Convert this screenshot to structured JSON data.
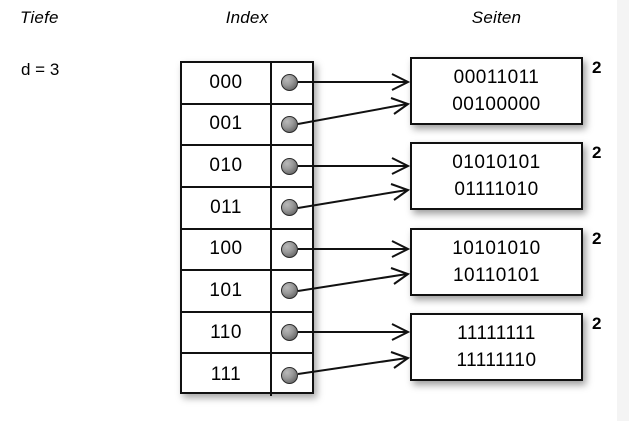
{
  "diagram": {
    "title_depth": "Tiefe",
    "title_index": "Index",
    "title_pages": "Seiten",
    "depth_value": "d = 3",
    "index_entries": [
      {
        "key": "000",
        "pointer_icon": "pointer-dot-icon",
        "target": 0
      },
      {
        "key": "001",
        "pointer_icon": "pointer-dot-icon",
        "target": 0
      },
      {
        "key": "010",
        "pointer_icon": "pointer-dot-icon",
        "target": 1
      },
      {
        "key": "011",
        "pointer_icon": "pointer-dot-icon",
        "target": 1
      },
      {
        "key": "100",
        "pointer_icon": "pointer-dot-icon",
        "target": 2
      },
      {
        "key": "101",
        "pointer_icon": "pointer-dot-icon",
        "target": 2
      },
      {
        "key": "110",
        "pointer_icon": "pointer-dot-icon",
        "target": 3
      },
      {
        "key": "111",
        "pointer_icon": "pointer-dot-icon",
        "target": 3
      }
    ],
    "pages": [
      {
        "lines": [
          "00011011",
          "00100000"
        ],
        "local_depth": "2"
      },
      {
        "lines": [
          "01010101",
          "01111010"
        ],
        "local_depth": "2"
      },
      {
        "lines": [
          "10101010",
          "10110101"
        ],
        "local_depth": "2"
      },
      {
        "lines": [
          "11111111",
          "11111110"
        ],
        "local_depth": "2"
      }
    ],
    "colors": {
      "background": "#ffffff",
      "stroke": "#111111",
      "text": "#000000",
      "dot": "#8f8f8f",
      "edge_strip": "#f4f4f4"
    }
  }
}
